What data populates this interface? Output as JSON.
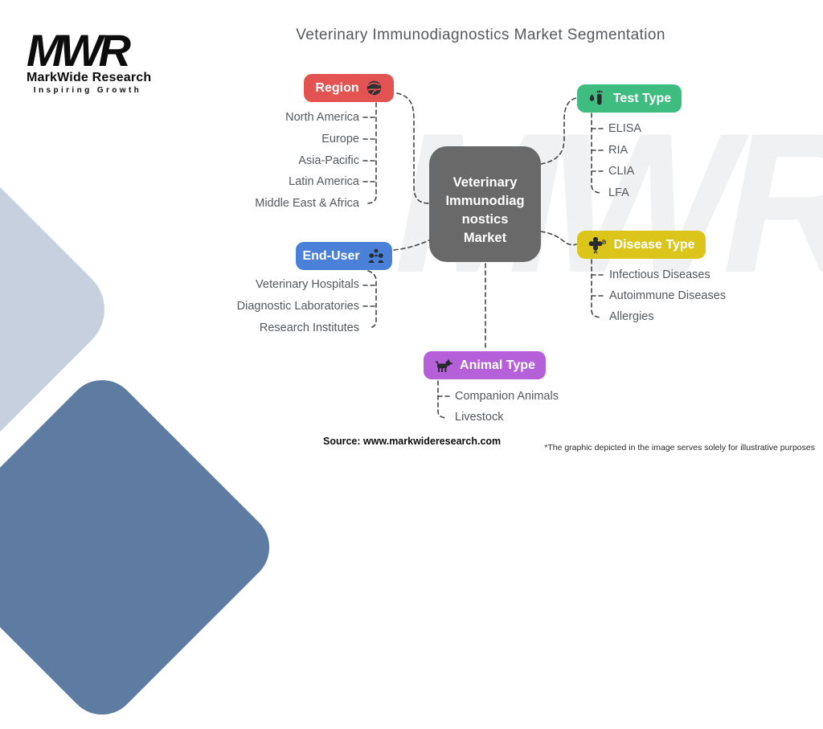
{
  "title": "Veterinary Immunodiagnostics Market Segmentation",
  "logo": {
    "acronym": "MWR",
    "name": "MarkWide Research",
    "tagline": "Inspiring Growth"
  },
  "watermark": "MWR",
  "center": {
    "lines": [
      "Veterinary",
      "Immunodiag",
      "nostics",
      "Market"
    ],
    "full_label": "Veterinary Immunodiagnostics Market"
  },
  "branches": [
    {
      "id": "region",
      "label": "Region",
      "icon": "globe-icon",
      "color": "#e25352",
      "items": [
        "North America",
        "Europe",
        "Asia-Pacific",
        "Latin America",
        "Middle East & Africa"
      ]
    },
    {
      "id": "test-type",
      "label": "Test Type",
      "icon": "blood-test-icon",
      "color": "#3fbc80",
      "items": [
        "ELISA",
        "RIA",
        "CLIA",
        "LFA"
      ]
    },
    {
      "id": "end-user",
      "label": "End-User",
      "icon": "users-icon",
      "color": "#4a80d8",
      "items": [
        "Veterinary Hospitals",
        "Diagnostic Laboratories",
        "Research Institutes"
      ]
    },
    {
      "id": "disease-type",
      "label": "Disease Type",
      "icon": "blood-type-icon",
      "color": "#dcc51b",
      "items": [
        "Infectious Diseases",
        "Autoimmune Diseases",
        "Allergies"
      ]
    },
    {
      "id": "animal-type",
      "label": "Animal Type",
      "icon": "dog-icon",
      "color": "#b560d8",
      "items": [
        "Companion Animals",
        "Livestock"
      ]
    }
  ],
  "colors": {
    "center_node": "#696969",
    "connector": "#454545",
    "bg_shape_light": "#c6d0de",
    "bg_shape_slate": "#5e7ba2",
    "title_text": "#55585c",
    "item_text": "#54585c"
  },
  "footer": {
    "source": "Source: www.markwideresearch.com",
    "disclaimer": "*The graphic depicted in the image serves solely for illustrative purposes"
  }
}
